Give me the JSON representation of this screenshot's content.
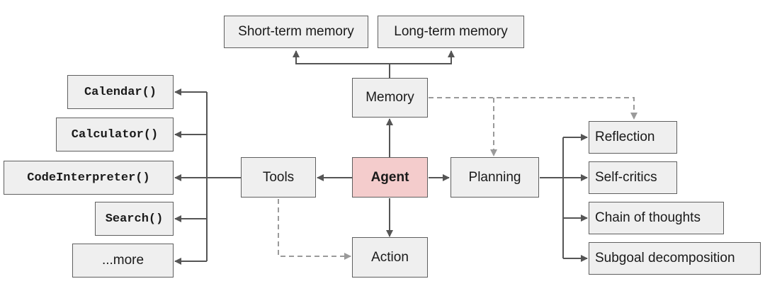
{
  "nodes": {
    "short_term_memory": "Short-term memory",
    "long_term_memory": "Long-term memory",
    "memory": "Memory",
    "agent": "Agent",
    "tools": "Tools",
    "planning": "Planning",
    "action": "Action",
    "tools_list": [
      "Calendar()",
      "Calculator()",
      "CodeInterpreter()",
      "Search()",
      "...more"
    ],
    "planning_list": [
      "Reflection",
      "Self-critics",
      "Chain of thoughts",
      "Subgoal decomposition"
    ]
  },
  "colors": {
    "box_fill": "#efefef",
    "agent_fill": "#f4cccc",
    "solid_edge": "#555555",
    "dashed_edge": "#9a9a9a"
  }
}
